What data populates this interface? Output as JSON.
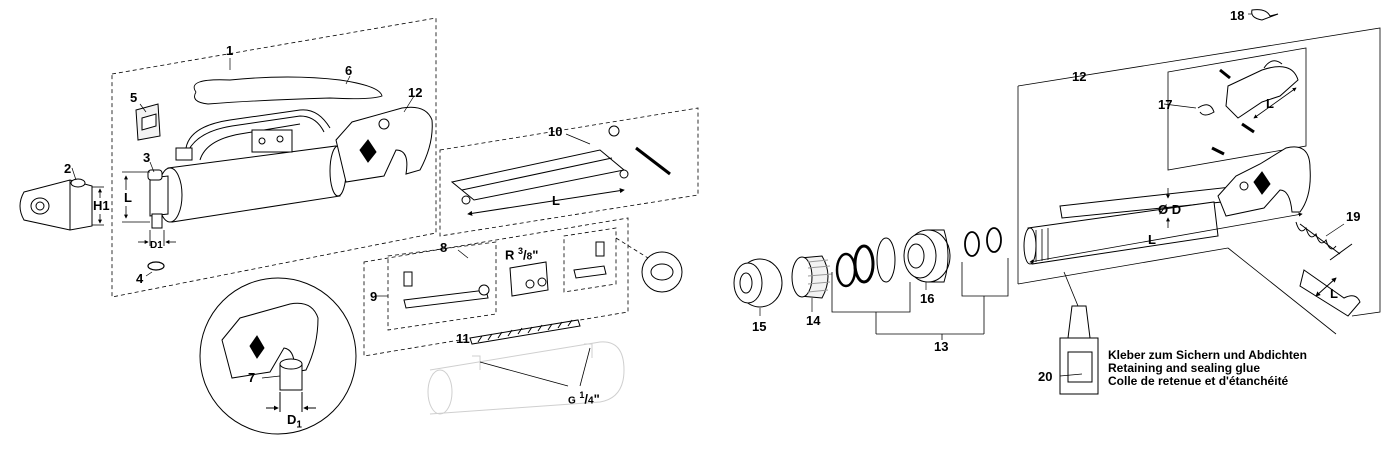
{
  "labels": {
    "n1": "1",
    "n2": "2",
    "n3": "3",
    "n4": "4",
    "n5": "5",
    "n6": "6",
    "n7": "7",
    "n8": "8",
    "n9": "9",
    "n10": "10",
    "n11": "11",
    "n12a": "12",
    "n12b": "12",
    "n13": "13",
    "n14": "14",
    "n15": "15",
    "n16": "16",
    "n17": "17",
    "n18": "18",
    "n19": "19",
    "n20": "20"
  },
  "dimensions": {
    "h1": "H1",
    "l_cyl": "L",
    "d1_cyl": "D1",
    "d1_detail": "D",
    "d1_detail_sub": "1",
    "l_frame10": "L",
    "l_rod": "L",
    "od": "Ø D",
    "l_hook": "L",
    "l_spring": "L",
    "r_thread": "R",
    "r_thread_num": "3",
    "r_thread_den": "8",
    "r_thread_unit": "\"",
    "g_thread": "G",
    "g_thread_num": "1",
    "g_thread_den": "4",
    "g_thread_unit": "\""
  },
  "glue": {
    "de": "Kleber zum Sichern und Abdichten",
    "en": "Retaining and sealing glue",
    "fr": "Colle de retenue et d'étanchéité"
  }
}
